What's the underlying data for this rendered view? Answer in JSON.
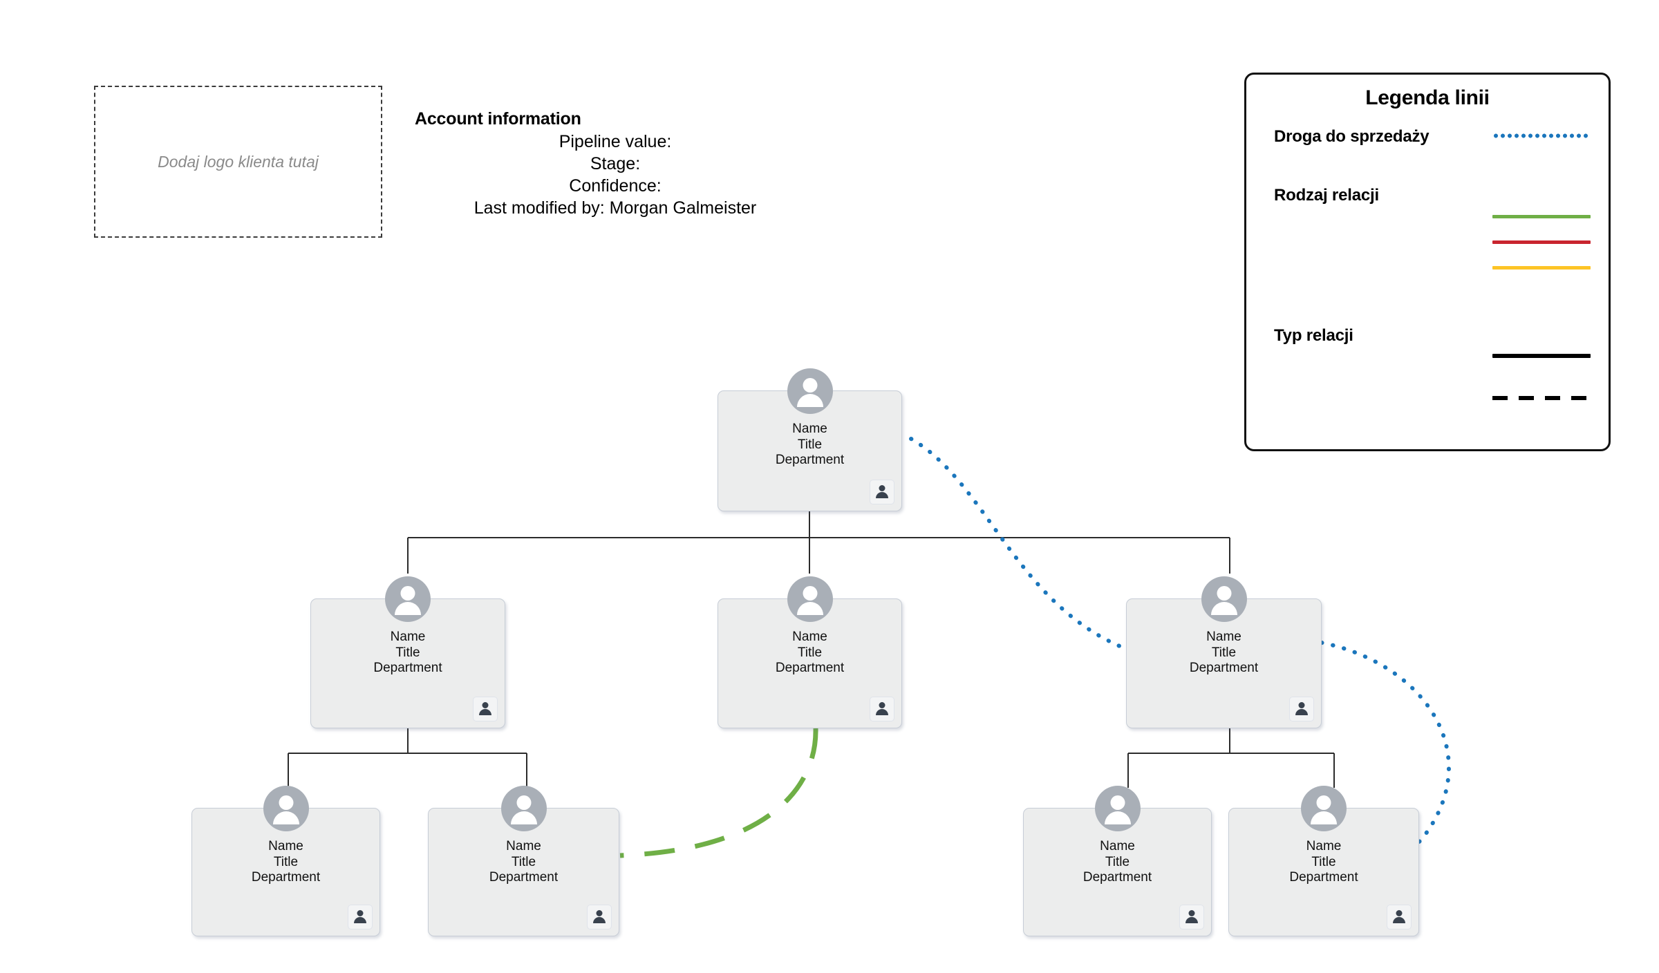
{
  "logo_placeholder": {
    "text": "Dodaj logo klienta tutaj"
  },
  "account_info": {
    "title": "Account information",
    "pipeline_value": "Pipeline value:",
    "stage": "Stage:",
    "confidence": "Confidence:",
    "last_modified": "Last modified by: Morgan Galmeister"
  },
  "legend": {
    "title": "Legenda linii",
    "sections": [
      {
        "label": "Droga do sprzedaży",
        "swatches": [
          {
            "style": "dotted",
            "color": "#1b76bc"
          }
        ]
      },
      {
        "label": "Rodzaj relacji",
        "swatches": [
          {
            "style": "solid",
            "color": "#6faf46"
          },
          {
            "style": "solid",
            "color": "#c9252f"
          },
          {
            "style": "solid",
            "color": "#fdc426"
          }
        ]
      },
      {
        "label": "Typ relacji",
        "swatches": [
          {
            "style": "solid",
            "color": "#000000"
          },
          {
            "style": "dashed",
            "color": "#000000"
          }
        ]
      }
    ]
  },
  "org_chart": {
    "node_label": {
      "name": "Name",
      "title": "Title",
      "department": "Department"
    },
    "nodes": [
      {
        "id": "n0",
        "level": 0,
        "name": "Name",
        "title": "Title",
        "department": "Department"
      },
      {
        "id": "n1",
        "level": 1,
        "name": "Name",
        "title": "Title",
        "department": "Department"
      },
      {
        "id": "n2",
        "level": 1,
        "name": "Name",
        "title": "Title",
        "department": "Department"
      },
      {
        "id": "n3",
        "level": 1,
        "name": "Name",
        "title": "Title",
        "department": "Department"
      },
      {
        "id": "n4",
        "level": 2,
        "name": "Name",
        "title": "Title",
        "department": "Department"
      },
      {
        "id": "n5",
        "level": 2,
        "name": "Name",
        "title": "Title",
        "department": "Department"
      },
      {
        "id": "n6",
        "level": 2,
        "name": "Name",
        "title": "Title",
        "department": "Department"
      },
      {
        "id": "n7",
        "level": 2,
        "name": "Name",
        "title": "Title",
        "department": "Department"
      }
    ],
    "hierarchy_edges": [
      {
        "from": "n0",
        "to": "n1"
      },
      {
        "from": "n0",
        "to": "n2"
      },
      {
        "from": "n0",
        "to": "n3"
      },
      {
        "from": "n1",
        "to": "n4"
      },
      {
        "from": "n1",
        "to": "n5"
      },
      {
        "from": "n3",
        "to": "n6"
      },
      {
        "from": "n3",
        "to": "n7"
      }
    ],
    "relationship_edges": [
      {
        "from": "n0",
        "to": "n3",
        "style": "dotted",
        "color": "#1b76bc",
        "meaning": "Droga do sprzedaży"
      },
      {
        "from": "n3",
        "to": "n7",
        "style": "dotted",
        "color": "#1b76bc",
        "meaning": "Droga do sprzedaży"
      },
      {
        "from": "n2",
        "to": "n5",
        "style": "dashed",
        "color": "#6faf46",
        "meaning": "Rodzaj relacji"
      }
    ]
  },
  "colors": {
    "card_fill": "#eceded",
    "card_border": "#c7cdd6",
    "avatar": "#a9afb7",
    "badge_icon": "#39424e",
    "connector": "#2b2b2b",
    "blue": "#1b76bc",
    "green": "#6faf46",
    "red": "#c9252f",
    "amber": "#fdc426"
  }
}
